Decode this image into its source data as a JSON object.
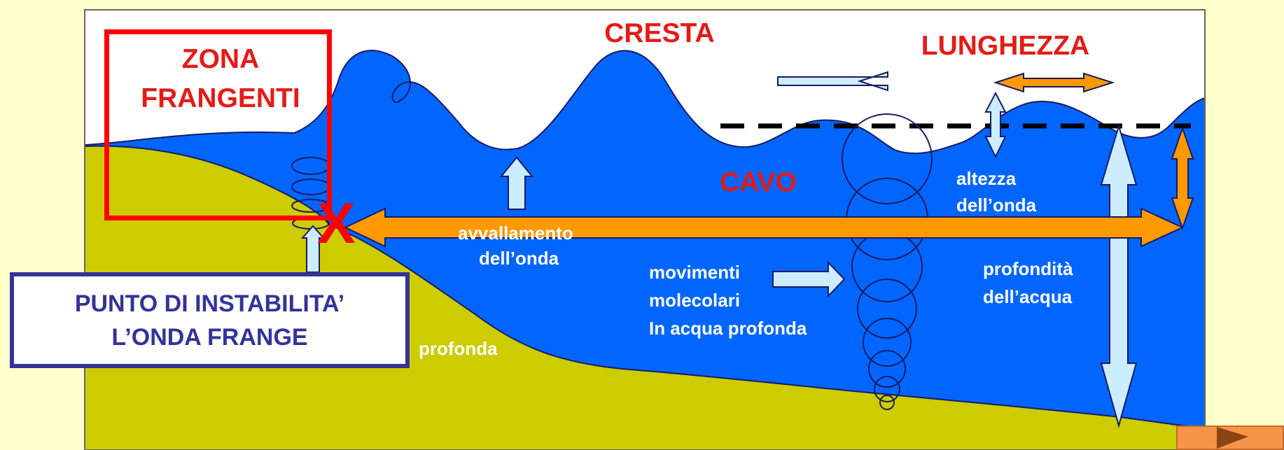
{
  "labels": {
    "cresta": "CRESTA",
    "lunghezza": "LUNGHEZZA",
    "zona_line1": "ZONA",
    "zona_line2": "FRANGENTI",
    "cavo": "CAVO",
    "altezza_line1": "altezza",
    "altezza_line2": "dell’onda",
    "avvallamento_line1": "avvallamento",
    "avvallamento_line2": "dell’onda",
    "movimenti_line1": "movimenti",
    "movimenti_line2": "molecolari",
    "movimenti_line3": "In acqua profonda",
    "profondita_line1": "profondità",
    "profondita_line2": "dell’acqua",
    "profonda": "profonda",
    "punto_line1": "PUNTO DI INSTABILITA’",
    "punto_line2": "L’ONDA FRANGE",
    "x_mark": "X"
  },
  "colors": {
    "background": "#FFFFCC",
    "water": "#0066FF",
    "seabed": "#CCCC00",
    "sky": "#FFFFFF",
    "orange_arrow": "#FF9900",
    "light_arrow": "#CCECFF",
    "red_text": "#E41B17",
    "navy": "#333399"
  },
  "nav": {
    "next_icon": "play-triangle-icon"
  }
}
